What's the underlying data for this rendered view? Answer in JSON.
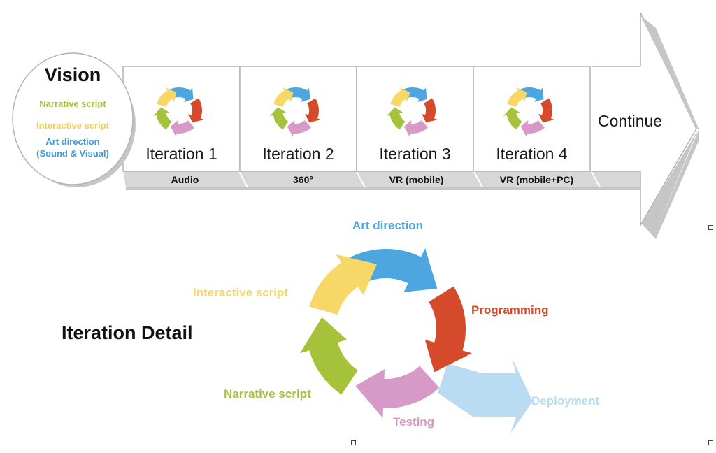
{
  "vision": {
    "title": "Vision",
    "items": [
      {
        "text": "Narrative script",
        "color": "#a3c23b"
      },
      {
        "text": "Interactive script",
        "color": "#f3cf5a"
      },
      {
        "text": "Art direction",
        "color": "#3e9ad6"
      },
      {
        "text": "(Sound & Visual)",
        "color": "#3e9ad6"
      }
    ]
  },
  "iterations": [
    {
      "name": "Iteration 1",
      "platform": "Audio"
    },
    {
      "name": "Iteration 2",
      "platform": "360°"
    },
    {
      "name": "Iteration 3",
      "platform": "VR (mobile)"
    },
    {
      "name": "Iteration 4",
      "platform": "VR (mobile+PC)"
    }
  ],
  "continue_label": "Continue",
  "detail": {
    "title": "Iteration Detail",
    "steps": [
      {
        "label": "Art direction",
        "color": "#4ea6e0"
      },
      {
        "label": "Programming",
        "color": "#d44a2a"
      },
      {
        "label": "Testing",
        "color": "#d699c8"
      },
      {
        "label": "Narrative script",
        "color": "#a6c23a"
      },
      {
        "label": "Interactive script",
        "color": "#f6d767"
      },
      {
        "label": "Deployment",
        "color": "#b9dcf3"
      }
    ]
  },
  "colors": {
    "frame": "#b3b3b3",
    "band": "#d7d7d7",
    "arrow_shade": "#c6c6c6"
  }
}
